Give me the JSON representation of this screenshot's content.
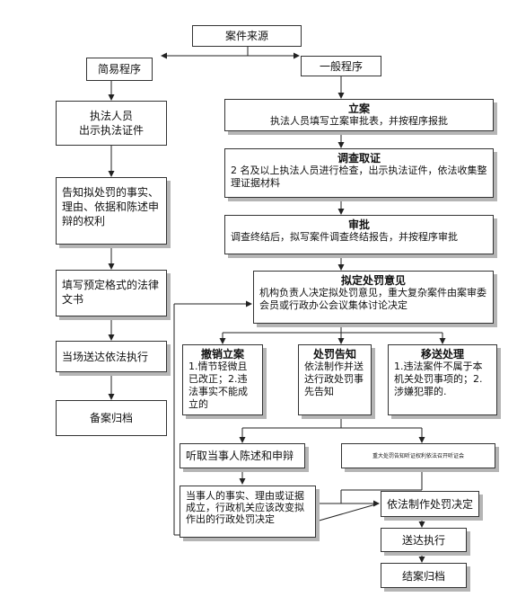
{
  "source": "案件来源",
  "simple": {
    "title": "简易程序",
    "step1": "执法人员\n出示执法证件",
    "step2": "告知拟处罚的事实、理由、依据和陈述申辩的权利",
    "step3": "填写预定格式的法律文书",
    "step4": "当场送达依法执行",
    "step5": "备案归档"
  },
  "general": {
    "title": "一般程序",
    "filing": {
      "title": "立案",
      "text": "执法人员填写立案审批表，并按程序报批"
    },
    "investigation": {
      "title": "调查取证",
      "text": "2 名及以上执法人员进行检查，出示执法证件，依法收集整理证据材料"
    },
    "approval": {
      "title": "审批",
      "text": "调查终结后，拟写案件调查终结报告，并按程序审批"
    },
    "opinion": {
      "title": "拟定处罚意见",
      "text": "机构负责人决定拟处罚意见，重大复杂案件由案审委会员或行政办公会议集体讨论决定"
    },
    "revoke": {
      "title": "撤销立案",
      "text": "1.情节轻微且已改正；2.违法事实不能成立的"
    },
    "notice": {
      "title": "处罚告知",
      "text": "依法制作并送达行政处罚事先告知"
    },
    "transfer": {
      "title": "移送处理",
      "text": "1.违法案件不属于本机关处罚事项的；2.涉嫌犯罪的."
    },
    "hearing": "听取当事人陈述和申辩",
    "major_hearing": "重大处罚告知听证权利依法召开听证会",
    "change": "当事人的事实、理由或证据成立，行政机关应该改变拟作出的行政处罚决定",
    "decision": "依法制作处罚决定",
    "deliver": "送达执行",
    "close": "结案归档"
  }
}
